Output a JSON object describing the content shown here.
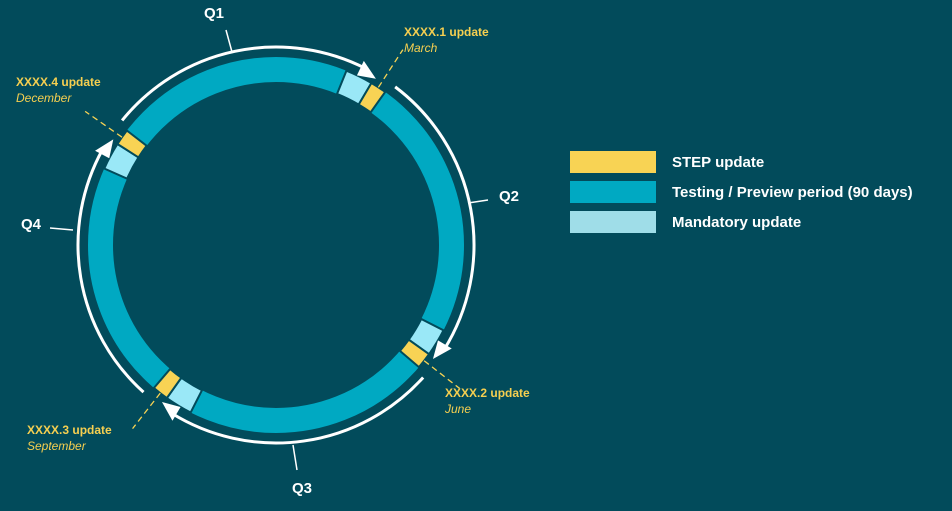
{
  "quarters": {
    "q1": "Q1",
    "q2": "Q2",
    "q3": "Q3",
    "q4": "Q4"
  },
  "updates": [
    {
      "title": "XXXX.1 update",
      "month": "March"
    },
    {
      "title": "XXXX.2 update",
      "month": "June"
    },
    {
      "title": "XXXX.3 update",
      "month": "September"
    },
    {
      "title": "XXXX.4 update",
      "month": "December"
    }
  ],
  "legend": [
    {
      "label": "STEP update",
      "color": "#f8d354"
    },
    {
      "label": "Testing / Preview period (90 days)",
      "color": "#00a9c2"
    },
    {
      "label": "Mandatory update",
      "color": "#9fdde8"
    }
  ],
  "colors": {
    "background": "#024b5b",
    "ring": "#00a9c2",
    "mandatory": "#9ae8f7",
    "step": "#f8d354",
    "arrow": "#ffffff"
  }
}
